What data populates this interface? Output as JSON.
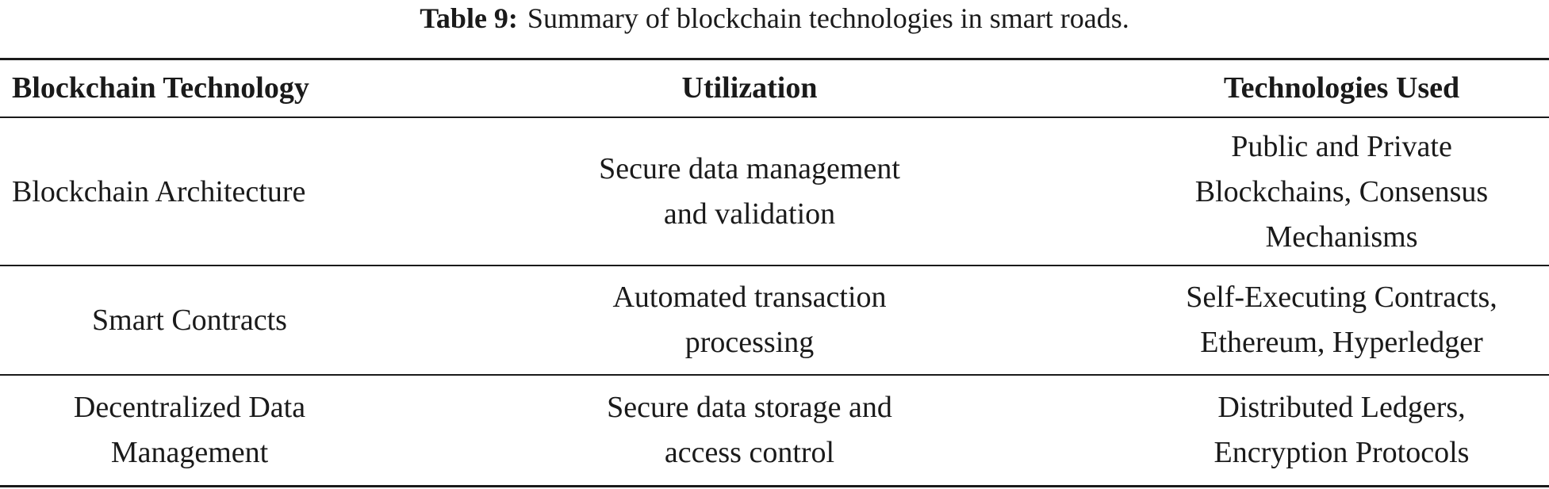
{
  "caption": {
    "label": "Table 9:",
    "text": "Summary of blockchain technologies in smart roads."
  },
  "table": {
    "headers": [
      "Blockchain Technology",
      "Utilization",
      "Technologies Used"
    ],
    "rows": [
      {
        "technology": [
          "Blockchain Architecture"
        ],
        "utilization": [
          "Secure data management",
          "and validation"
        ],
        "technologies_used": [
          "Public and Private",
          "Blockchains, Consensus",
          "Mechanisms"
        ]
      },
      {
        "technology": [
          "Smart Contracts"
        ],
        "utilization": [
          "Automated transaction",
          "processing"
        ],
        "technologies_used": [
          "Self-Executing Contracts,",
          "Ethereum, Hyperledger"
        ]
      },
      {
        "technology": [
          "Decentralized Data",
          "Management"
        ],
        "utilization": [
          "Secure data storage and",
          "access control"
        ],
        "technologies_used": [
          "Distributed Ledgers,",
          "Encryption Protocols"
        ]
      }
    ]
  }
}
